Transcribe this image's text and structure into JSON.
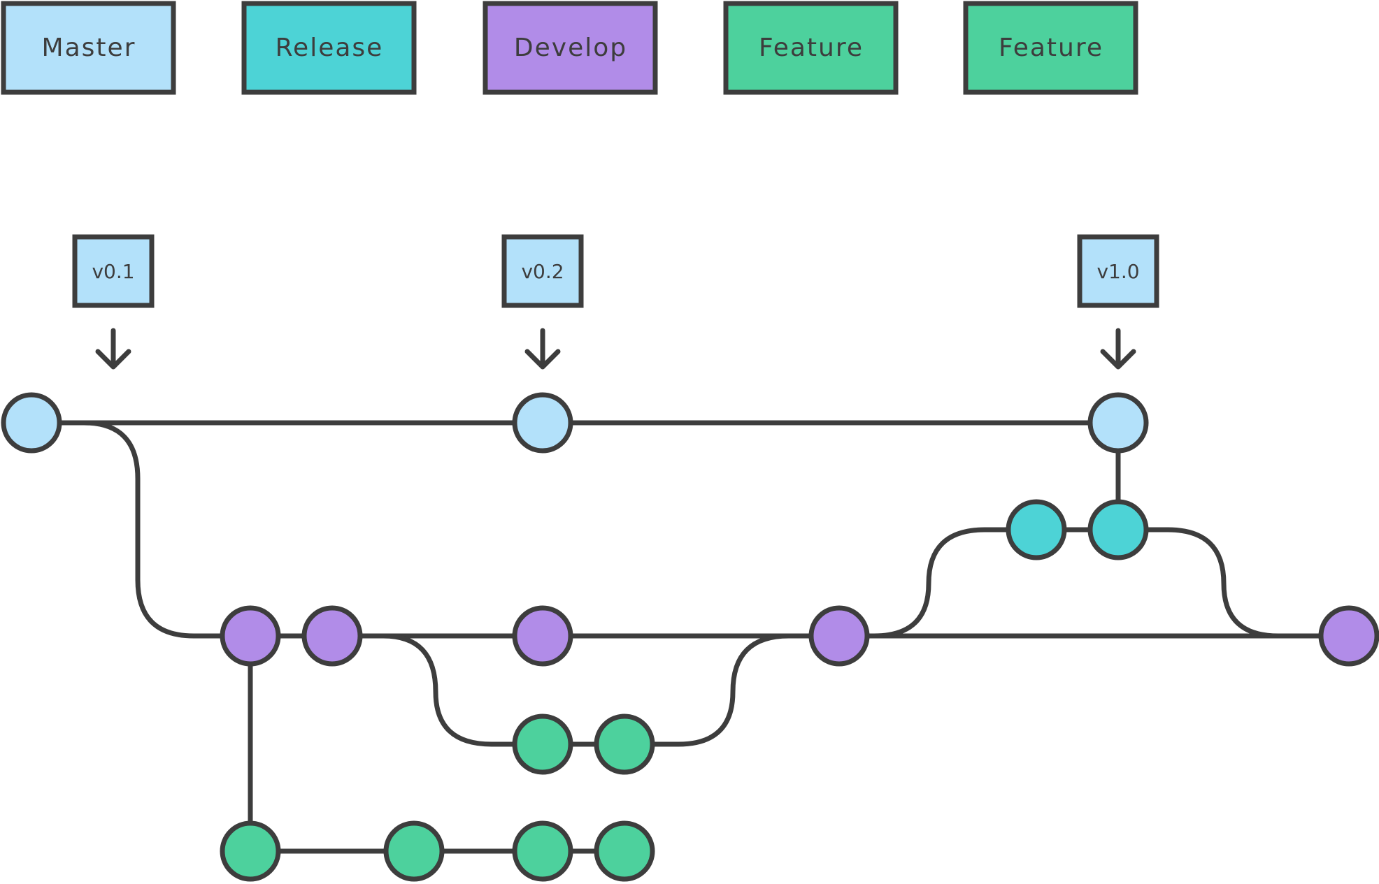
{
  "colors": {
    "stroke": "#3d3d3d",
    "master": "#b3e1fa",
    "release": "#4dd3d6",
    "develop": "#b18ce8",
    "feature": "#4dd19d"
  },
  "legend": [
    {
      "label": "Master",
      "branch": "master"
    },
    {
      "label": "Release",
      "branch": "release"
    },
    {
      "label": "Develop",
      "branch": "develop"
    },
    {
      "label": "Feature",
      "branch": "feature"
    },
    {
      "label": "Feature",
      "branch": "feature"
    }
  ],
  "tags": [
    {
      "label": "v0.1"
    },
    {
      "label": "v0.2"
    },
    {
      "label": "v1.0"
    }
  ]
}
